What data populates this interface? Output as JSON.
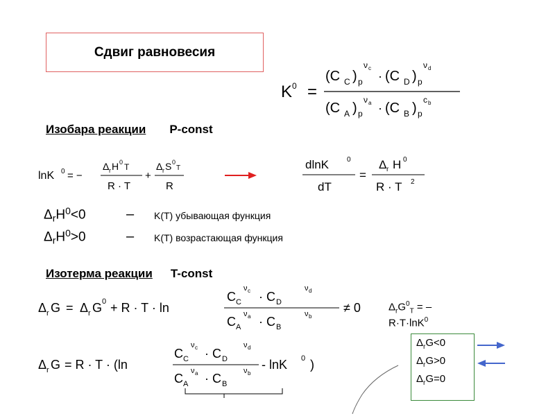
{
  "title": "Сдвиг равновесия",
  "equilibrium_constant": {
    "lhs": "K",
    "lhs_sup": "0",
    "num_1": "(C",
    "num_1_sub": "C",
    "num_1_close": ")",
    "num_1_p": "p",
    "num_1_exp": "ν",
    "num_1_exp_sub": "c",
    "num_2": "(C",
    "num_2_sub": "D",
    "num_2_close": ")",
    "num_2_p": "p",
    "num_2_exp": "ν",
    "num_2_exp_sub": "d",
    "den_1": "(C",
    "den_1_sub": "A",
    "den_1_close": ")",
    "den_1_p": "p",
    "den_1_exp": "ν",
    "den_1_exp_sub": "a",
    "den_2": "(C",
    "den_2_sub": "B",
    "den_2_close": ")",
    "den_2_p": "p",
    "den_2_exp": "c",
    "den_2_exp_sub": "b",
    "dot": "·",
    "eq": "="
  },
  "isobar": {
    "heading": "Изобара реакции",
    "condition": "P-const",
    "lnK": "lnK",
    "lnK_sup": "0",
    "eq_minus": "= −",
    "plus": "+",
    "frac1_num": "Δ",
    "frac1_num_sub": "r",
    "frac1_num_rest": "H",
    "frac1_num_sup": "0",
    "frac1_num_sub2": "T",
    "frac1_den": "R · T",
    "frac2_num": "Δ",
    "frac2_num_sub": "r",
    "frac2_num_rest": "S",
    "frac2_num_sup": "0",
    "frac2_num_sub2": "T",
    "frac2_den": "R",
    "deriv_num": "dlnK",
    "deriv_num_sup": "0",
    "deriv_den": "dT",
    "deriv_eq": "=",
    "rhs_num": "Δ",
    "rhs_num_sub": "r",
    "rhs_num_rest": "H",
    "rhs_num_sup": "0",
    "rhs_den": "R · T",
    "rhs_den_sup": "2",
    "arrow_color": "#e02020"
  },
  "enthalpy_rules": [
    {
      "delta": "Δ",
      "sub": "r",
      "H": "H",
      "sup": "0",
      "cond": "<0",
      "dash": "–",
      "text": "K(T) убывающая функция"
    },
    {
      "delta": "Δ",
      "sub": "r",
      "H": "H",
      "sup": "0",
      "cond": ">0",
      "dash": "–",
      "text": "K(T)  возрастающая функция"
    }
  ],
  "isotherm": {
    "heading": "Изотерма реакции",
    "condition": "T-const",
    "eq1_lhs": "Δ",
    "eq1_lhs_sub": "r",
    "eq1_lhs_G": "G",
    "eq1_eq": "=",
    "eq1_delta": "Δ",
    "eq1_delta_sub": "r",
    "eq1_G0": "G",
    "eq1_G0_sup": "0",
    "eq1_plus_RT": "+ R · T · ln",
    "ne_zero": "≠ 0",
    "eq2_lhs": "Δ",
    "eq2_lhs_sub": "r",
    "eq2_G": "G",
    "eq2_eq_RT": "= R · T · (ln",
    "eq2_tail": "- lnK",
    "eq2_tail_sup": "0",
    "eq2_close": ")",
    "frac_num_C": "C",
    "frac_num_C_sub": "C",
    "frac_num_exp": "ν",
    "frac_num_exp_sub": "c",
    "frac_num_dot": "· C",
    "frac_num_D_sub": "D",
    "frac_num_exp2": "ν",
    "frac_num_exp2_sub": "d",
    "frac_den_C": "C",
    "frac_den_C_sub": "A",
    "frac_den_exp": "ν",
    "frac_den_exp_sub": "a",
    "frac_den_dot": "· C",
    "frac_den_B_sub": "B",
    "frac_den_exp2": "ν",
    "frac_den_exp2_sub": "b"
  },
  "gibbs_relation": {
    "line1_delta": "Δ",
    "line1_sub": "r",
    "line1_G": "G",
    "line1_sup": "0",
    "line1_sub2": "T",
    "line1_rest": " = –",
    "line2": "R·T·lnK",
    "line2_sup": "0"
  },
  "gibbs_cases": [
    {
      "delta": "Δ",
      "sub": "r",
      "G": "G",
      "cond": "<0"
    },
    {
      "delta": "Δ",
      "sub": "r",
      "G": "G",
      "cond": ">0"
    },
    {
      "delta": "Δ",
      "sub": "r",
      "G": "G",
      "cond": "=0"
    }
  ],
  "colors": {
    "title_border": "#e06060",
    "green_box": "#3a8a3a",
    "arrow_blue": "#4466cc",
    "arrow_red": "#e02020"
  }
}
